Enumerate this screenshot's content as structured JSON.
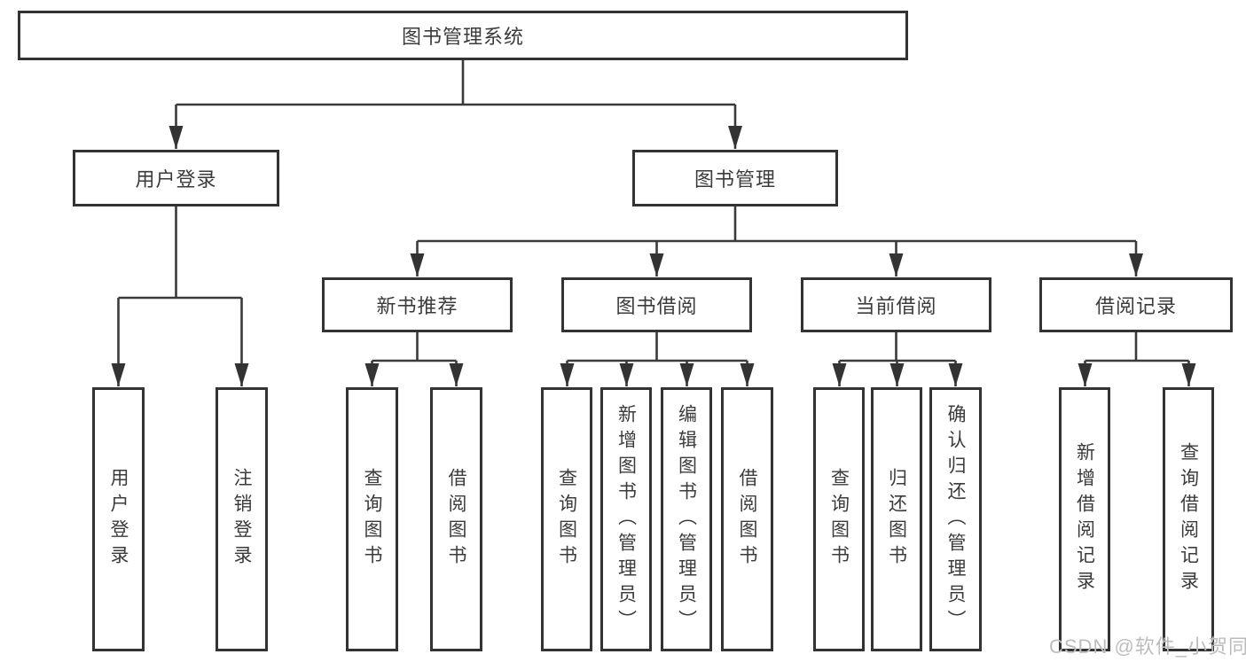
{
  "diagram": {
    "root": {
      "label": "图书管理系统"
    },
    "level2": {
      "user_login": {
        "label": "用户登录"
      },
      "book_mgmt": {
        "label": "图书管理"
      }
    },
    "level3": {
      "new_book": {
        "label": "新书推荐"
      },
      "book_borrow": {
        "label": "图书借阅"
      },
      "current_borrow": {
        "label": "当前借阅"
      },
      "borrow_record": {
        "label": "借阅记录"
      }
    },
    "leaves": {
      "user_login": [
        "用户登录",
        "注销登录"
      ],
      "new_book": [
        "查询图书",
        "借阅图书"
      ],
      "book_borrow": [
        "查询图书",
        "新增图书（管理员）",
        "编辑图书（管理员）",
        "借阅图书"
      ],
      "current_borrow": [
        "查询图书",
        "归还图书",
        "确认归还（管理员）"
      ],
      "borrow_record": [
        "新增借阅记录",
        "查询借阅记录"
      ]
    }
  },
  "watermark": "CSDN @软件_小贺同学",
  "colors": {
    "line": "#3a3a3a",
    "box_border": "#333333",
    "text": "#3b3b3b",
    "watermark": "#bdbdbd",
    "background": "#ffffff"
  }
}
